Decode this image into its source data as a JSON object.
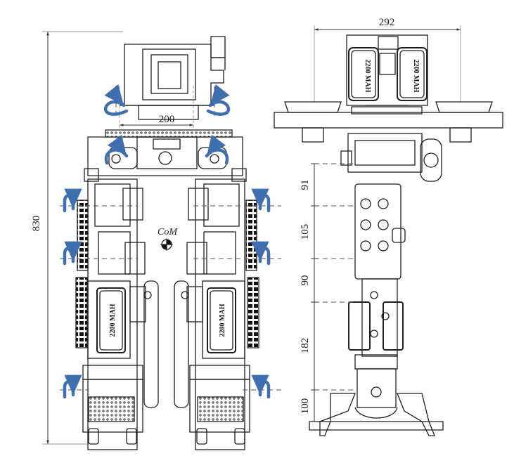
{
  "front_view": {
    "width_label": "200",
    "height_label": "830",
    "com_label": "CoM",
    "battery_left": "2200 MAH",
    "battery_right": "2200 MAH"
  },
  "side_view": {
    "width_label": "292",
    "segment_labels": [
      "91",
      "105",
      "90",
      "182",
      "100"
    ],
    "battery_left": "2200 MAH",
    "battery_right": "2200 MAH"
  },
  "colors": {
    "line": "#1f1f1f",
    "arrow": "#3f6fae",
    "dash": "#555555"
  },
  "icons": [
    "rotation-arrow-icon",
    "com-marker-icon"
  ]
}
